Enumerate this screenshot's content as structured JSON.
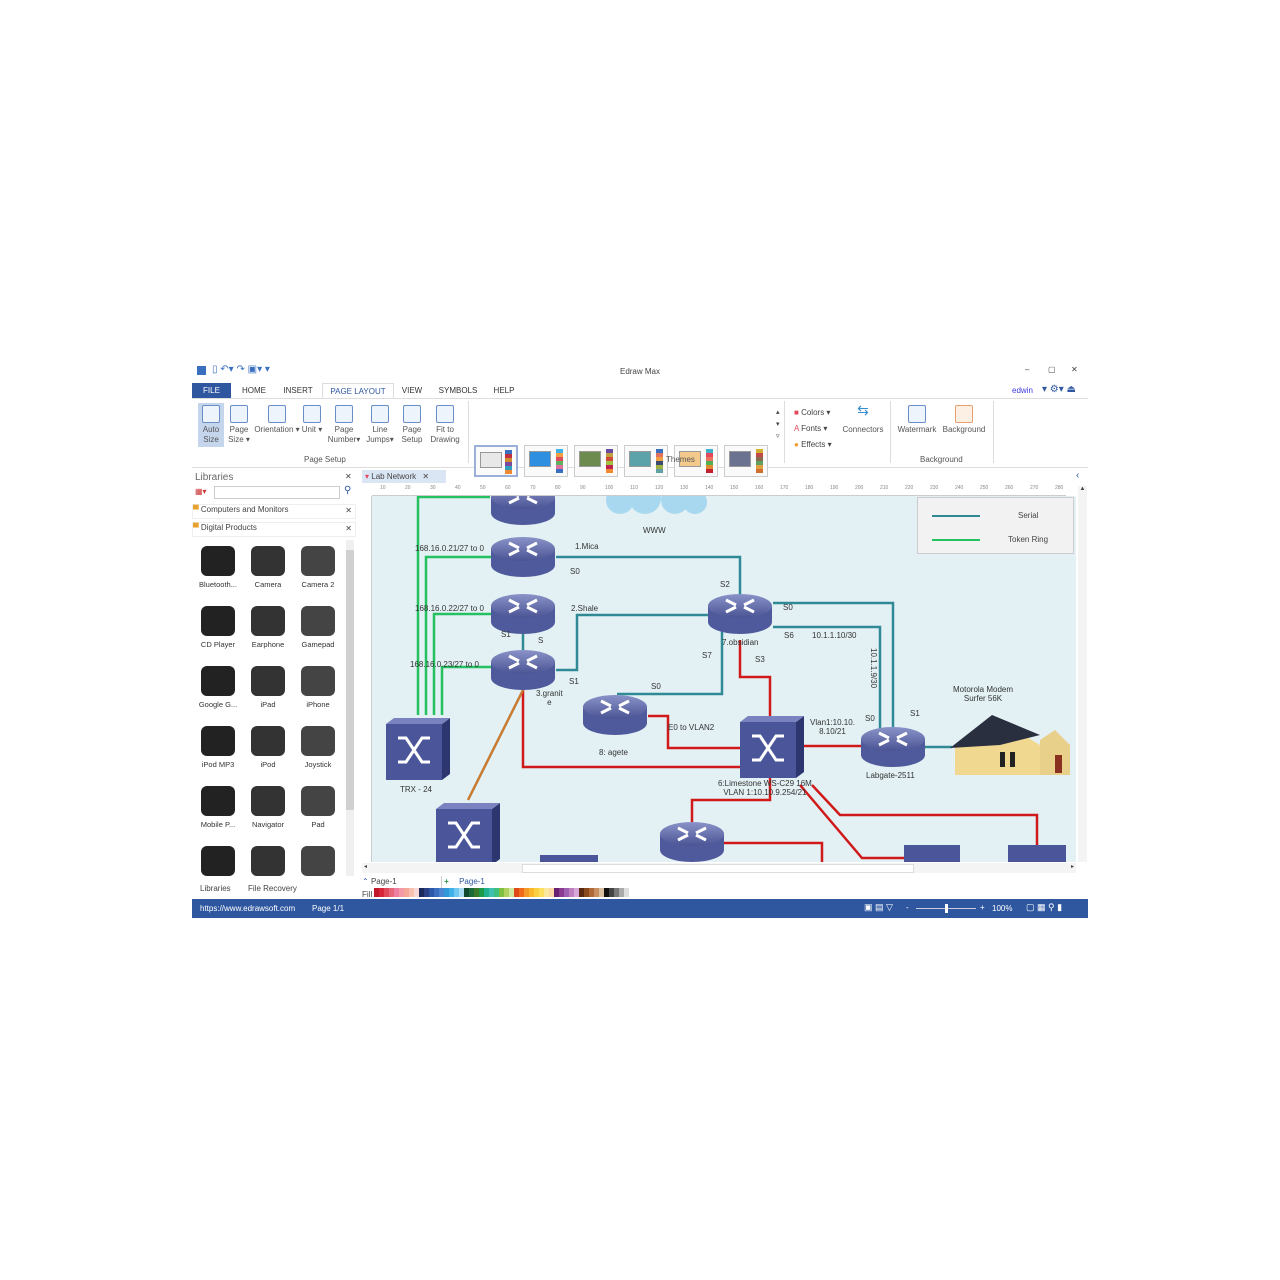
{
  "window": {
    "title": "Edraw Max",
    "user": "edwin",
    "min": "–",
    "max": "▢",
    "close": "✕"
  },
  "tabs": [
    "FILE",
    "HOME",
    "INSERT",
    "PAGE LAYOUT",
    "VIEW",
    "SYMBOLS",
    "HELP"
  ],
  "ribbon": {
    "page_setup": [
      {
        "label": "Auto Size"
      },
      {
        "label": "Page Size ▾"
      },
      {
        "label": "Orientation ▾"
      },
      {
        "label": "Unit ▾"
      },
      {
        "label": "Page Number▾"
      },
      {
        "label": "Line Jumps▾"
      },
      {
        "label": "Page Setup"
      },
      {
        "label": "Fit to Drawing"
      }
    ],
    "page_setup_group": "Page Setup",
    "themes_group": "Themes",
    "colors": "Colors ▾",
    "fonts": "Fonts ▾",
    "effects": "Effects ▾",
    "connectors": "Connectors",
    "watermark": "Watermark",
    "background": "Background",
    "background_group": "Background",
    "theme_colors": [
      "#e8e8e8",
      "#2e8fe0",
      "#6d8a4f",
      "#5ba3a8",
      "#f4c98c",
      "#6b7391"
    ]
  },
  "libraries": {
    "title": "Libraries",
    "search_placeholder": "",
    "categories": [
      "Computers and Monitors",
      "Digital Products"
    ],
    "items": [
      "Bluetooth...",
      "Camera",
      "Camera 2",
      "CD Player",
      "Earphone",
      "Gamepad",
      "Google G...",
      "iPad",
      "iPhone",
      "iPod MP3",
      "iPod",
      "Joystick",
      "Mobile P...",
      "Navigator",
      "Pad",
      "",
      "",
      ""
    ],
    "bottom_tabs": [
      "Libraries",
      "File Recovery"
    ]
  },
  "document": {
    "tab": "Lab Network",
    "ruler": [
      "10",
      "20",
      "30",
      "40",
      "50",
      "60",
      "70",
      "80",
      "90",
      "100",
      "110",
      "120",
      "130",
      "140",
      "150",
      "160",
      "170",
      "180",
      "190",
      "200",
      "210",
      "220",
      "230",
      "240",
      "250",
      "260",
      "270",
      "280"
    ]
  },
  "diagram": {
    "legend": {
      "serial": "Serial",
      "token_ring": "Token Ring",
      "serial_color": "#2f8a95",
      "token_color": "#25c060"
    },
    "labels": {
      "www": "WWW",
      "r1": "168.16.0.21/27 to 0",
      "r2": "168.16.0.22/27 to 0",
      "r3": "168.16.0.23/27 to 0",
      "mica": "1.Mica",
      "s0a": "S0",
      "shale": "2.Shale",
      "s1a": "S1",
      "s_a": "S",
      "granite": "3.granit\ne",
      "s1b": "S1",
      "s2": "S2",
      "s0b": "S0",
      "s6": "S6",
      "net1": "10.1.1.10/30",
      "obsidian": "7.obsidian",
      "s7": "S7",
      "s3": "S3",
      "s0c": "S0",
      "net2": "10.1.1.9/30",
      "agete": "8: agete",
      "vlan2": "E0 to VLAN2",
      "vlan1": "Vlan1:10.10.\n8.10/21",
      "s0d": "S0",
      "s1c": "S1",
      "labgate": "Labgate-2511",
      "modem": "Motorola Modem\nSurfer 56K",
      "trx": "TRX - 24",
      "limestone": "6:Limestone WS-C29 16M\nVLAN 1:10.10.9.254/21"
    }
  },
  "pages": {
    "current": "Page-1",
    "tab": "Page-1",
    "add": "+"
  },
  "palette": {
    "label": "Fill",
    "colors": [
      "#c0182a",
      "#d9253a",
      "#e04a5c",
      "#e8667a",
      "#ee7fa0",
      "#f39aa6",
      "#f5a89a",
      "#f8c0b0",
      "#fbd8d8",
      "#1a2a5a",
      "#2a3f86",
      "#2c56a8",
      "#3a6fc0",
      "#4a86d0",
      "#2f98d8",
      "#40b0e8",
      "#70c8f0",
      "#a8dcf5",
      "#0f4a30",
      "#1a6a3a",
      "#3a7a2a",
      "#1c9a4a",
      "#20b090",
      "#40c0b0",
      "#40c080",
      "#80c040",
      "#b0d060",
      "#d0e8a0",
      "#e04a1a",
      "#f06a1a",
      "#f49a2a",
      "#f8b82a",
      "#fad040",
      "#fde060",
      "#fbe8a0",
      "#fdd8a8",
      "#6a2070",
      "#8a3a90",
      "#a060b0",
      "#c080c0",
      "#d8a8d8",
      "#5a2a10",
      "#8a4a20",
      "#b06a3a",
      "#c89060",
      "#d8c0a0",
      "#111111",
      "#444444",
      "#777777",
      "#aaaaaa",
      "#dddddd"
    ]
  },
  "status": {
    "url": "https://www.edrawsoft.com",
    "page": "Page 1/1",
    "zoom": "100%",
    "zoom_minus": "-",
    "zoom_plus": "+",
    "zoom_level": 0.5
  }
}
